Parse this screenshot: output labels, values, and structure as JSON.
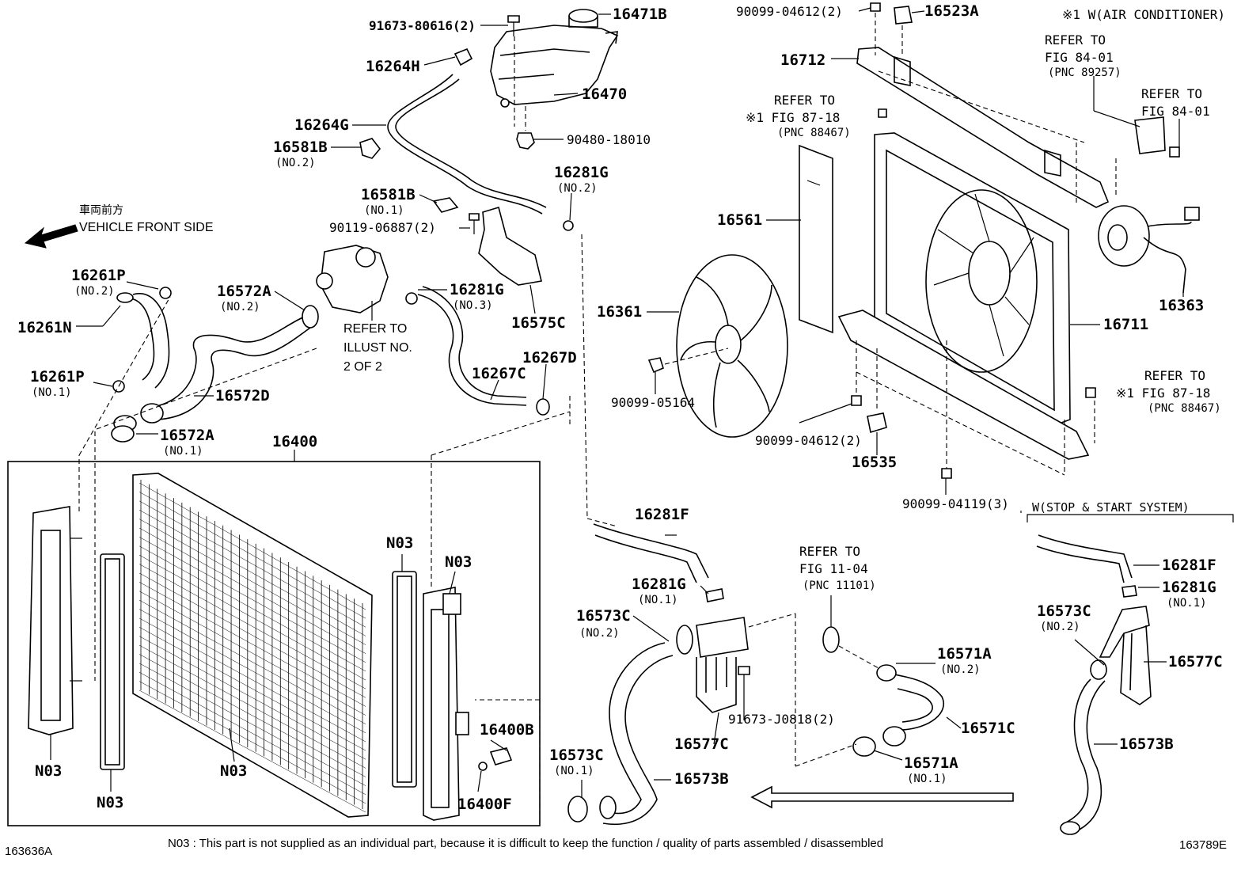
{
  "part_labels": {
    "p91673_80616": "91673-80616(2)",
    "p16471B": "16471B",
    "p16264H": "16264H",
    "p16470": "16470",
    "p16264G": "16264G",
    "p16581B_no2": "16581B",
    "p16581B_no1": "16581B",
    "p90480_18010": "90480-18010",
    "p16281G_no2": "16281G",
    "p90119_06887": "90119-06887(2)",
    "p16261P_no2": "16261P",
    "p16572A_no2": "16572A",
    "p16281G_no3": "16281G",
    "p16575C": "16575C",
    "p16261N": "16261N",
    "p16267D": "16267D",
    "p16261P_no1": "16261P",
    "p16267C": "16267C",
    "p16572D": "16572D",
    "p16572A_no1": "16572A",
    "p16400": "16400",
    "p90099_04612_top": "90099-04612(2)",
    "p16523A": "16523A",
    "p16712": "16712",
    "p16561": "16561",
    "p16361": "16361",
    "p16711": "16711",
    "p16363": "16363",
    "p90099_05164": "90099-05164",
    "p90099_04612_bot": "90099-04612(2)",
    "p16535": "16535",
    "p90099_04119": "90099-04119(3)",
    "p16281F": "16281F",
    "p16281G_no1": "16281G",
    "p16573C_no2": "16573C",
    "p16571A_no2": "16571A",
    "p16577C": "16577C",
    "p91673_J0818": "91673-J0818(2)",
    "p16571C": "16571C",
    "p16571A_no1": "16571A",
    "p16573C_no1": "16573C",
    "p16573B": "16573B",
    "p16400B": "16400B",
    "p16400F": "16400F",
    "ss_16281F": "16281F",
    "ss_16281G": "16281G",
    "ss_16573C": "16573C",
    "ss_16577C": "16577C",
    "ss_16573B": "16573B"
  },
  "sub_labels": {
    "no1": "(NO.1)",
    "no2": "(NO.2)",
    "no3": "(NO.3)"
  },
  "n03": "N03",
  "refs": {
    "illust_1": "REFER TO",
    "illust_2": "ILLUST NO.",
    "illust_3": "2 OF 2",
    "ac_note": "※1 W(AIR CONDITIONER)",
    "fig84_a1": "REFER TO",
    "fig84_a2": "FIG 84-01",
    "fig84_a3": "(PNC 89257)",
    "fig84_b1": "REFER TO",
    "fig84_b2": "FIG 84-01",
    "fig87_a1": "REFER TO",
    "fig87_a2": "※1 FIG 87-18",
    "fig87_a3": "(PNC 88467)",
    "fig87_b1": "REFER TO",
    "fig87_b2": "※1 FIG 87-18",
    "fig87_b3": "(PNC 88467)",
    "fig11_1": "REFER TO",
    "fig11_2": "FIG 11-04",
    "fig11_3": "(PNC 11101)",
    "stop_start": "W(STOP & START SYSTEM)"
  },
  "vehicle_front": {
    "jp": "車両前方",
    "en": "VEHICLE FRONT SIDE"
  },
  "footer": {
    "note": "N03 : This part is not supplied as an individual part, because it is difficult to keep the function / quality of parts assembled / disassembled",
    "left_code": "163636A",
    "right_code": "163789E"
  }
}
